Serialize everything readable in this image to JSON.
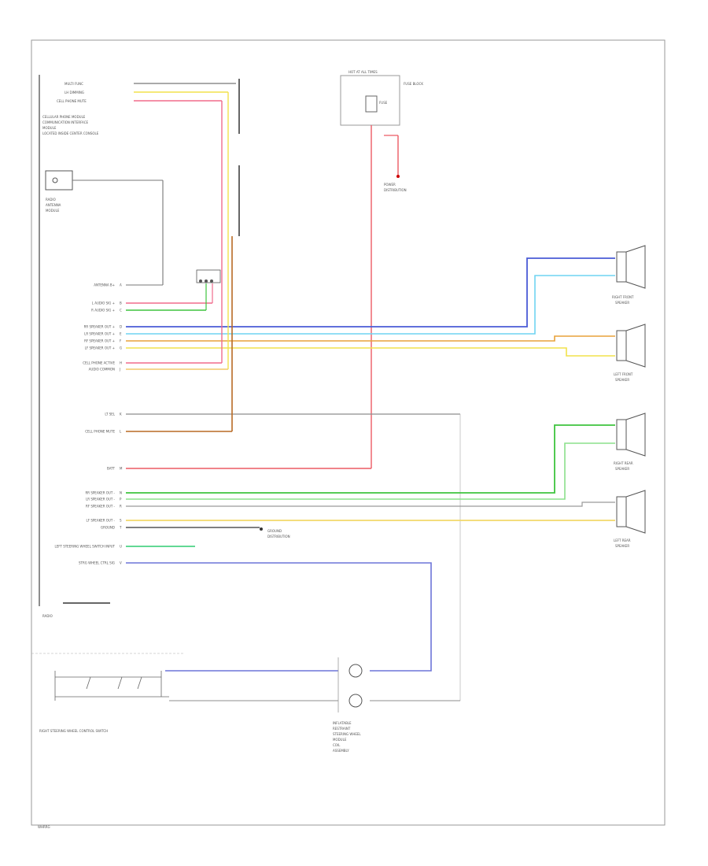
{
  "radio": {
    "left_pins": [
      {
        "pin": "A",
        "label": "ANTENNA B+"
      },
      {
        "pin": "B",
        "label": "L AUDIO SIG +"
      },
      {
        "pin": "C",
        "label": "R AUDIO SIG +"
      },
      {
        "pin": "D",
        "label": "RR SPEAKER OUT +"
      },
      {
        "pin": "E",
        "label": "LR SPEAKER OUT +"
      },
      {
        "pin": "F",
        "label": "RF SPEAKER OUT +"
      },
      {
        "pin": "G",
        "label": "LF SPEAKER OUT +"
      },
      {
        "pin": "H",
        "label": "CELL PHONE ACTIVE"
      },
      {
        "pin": "J",
        "label": "AUDIO COMMON"
      },
      {
        "pin": "K",
        "label": "LT SEL"
      },
      {
        "pin": "L",
        "label": "CELL PHONE MUTE"
      },
      {
        "pin": "M",
        "label": "BATT"
      },
      {
        "pin": "N",
        "label": "RR SPEAKER OUT -"
      },
      {
        "pin": "P",
        "label": "LR SPEAKER OUT -"
      },
      {
        "pin": "R",
        "label": "RF SPEAKER OUT -"
      },
      {
        "pin": "S",
        "label": "LF SPEAKER OUT -"
      },
      {
        "pin": "T",
        "label": "GROUND"
      },
      {
        "pin": "U",
        "label": "LEFT STEERING WHEEL SWITCH INPUT"
      },
      {
        "pin": "V",
        "label": "STRG WHEEL CTRL SIG"
      }
    ],
    "name": "RADIO",
    "ground_label": "GROUND"
  },
  "top_left": {
    "connector_lines": [
      "MULTI FUNC",
      "LH DIMMING",
      "CELL PHONE MUTE"
    ],
    "description": [
      "CELLULAR PHONE MODULE",
      "COMMUNICATION INTERFACE",
      "MODULE",
      "LOCATED INSIDE CENTER CONSOLE"
    ]
  },
  "antenna": {
    "label": [
      "RADIO",
      "ANTENNA",
      "MODULE"
    ]
  },
  "fuse_block": {
    "header": [
      "HOT AT ALL TIMES"
    ],
    "fuse": "FUSE",
    "desc": [
      "FUSE BLOCK"
    ]
  },
  "power_distribution": {
    "label": [
      "POWER",
      "DISTRIBUTION"
    ]
  },
  "speakers": [
    {
      "label": [
        "RIGHT FRONT",
        "SPEAKER"
      ]
    },
    {
      "label": [
        "LEFT FRONT",
        "SPEAKER"
      ]
    },
    {
      "label": [
        "RIGHT REAR",
        "SPEAKER"
      ]
    },
    {
      "label": [
        "LEFT REAR",
        "SPEAKER"
      ]
    }
  ],
  "ground_ref": {
    "label": [
      "GROUND",
      "DISTRIBUTION"
    ]
  },
  "steering_switch": {
    "label": "RIGHT STEERING WHEEL CONTROL SWITCH"
  },
  "clock_spring": {
    "label": [
      "INFLATABLE",
      "RESTRAINT",
      "STEERING WHEEL",
      "MODULE",
      "COIL",
      "ASSEMBLY"
    ]
  },
  "footer": {
    "code": "WHRRG"
  },
  "wire_colors": {
    "dark_blue": "#4a5bd6",
    "light_blue": "#6fd4f2",
    "orange": "#e8a23a",
    "yellow": "#f2e24b",
    "pink": "#f06b8c",
    "red": "#ec5a64",
    "brown": "#b86a24",
    "green": "#3ec43e",
    "light_green": "#8be08b",
    "purple_blue": "#6d75d8",
    "gray": "#8e8e8e",
    "black": "#333333"
  }
}
